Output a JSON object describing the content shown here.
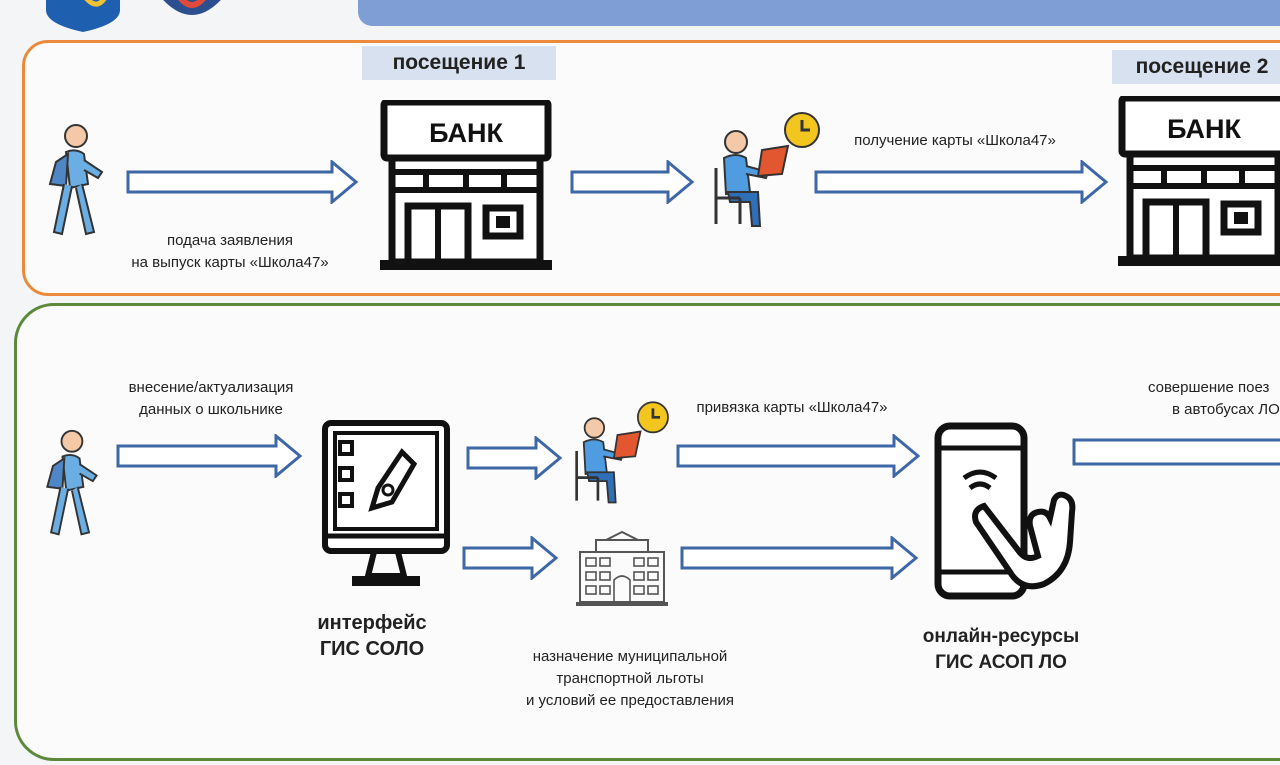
{
  "header": {
    "bar_color": "#7f9ed6"
  },
  "process_top": {
    "border_color": "#ea8a3a",
    "visit1_label": "посещение 1",
    "visit2_label": "посещение 2",
    "bank_label": "БАНК",
    "bank2_label": "БАНК",
    "apply_caption_line1": "подача заявления",
    "apply_caption_line2": "на выпуск карты «Школа47»",
    "receive_caption": "получение карты «Школа47»"
  },
  "process_bottom": {
    "border_color": "#5a8a3a",
    "update_caption_line1": "внесение/актуализация",
    "update_caption_line2": "данных о школьнике",
    "bind_caption": "привязка карты «Школа47»",
    "interface_line1": "интерфейс",
    "interface_line2": "ГИС СОЛО",
    "benefit_line1": "назначение муниципальной",
    "benefit_line2": "транспортной льготы",
    "benefit_line3": "и условий ее предоставления",
    "online_line1": "онлайн-ресурсы",
    "online_line2": "ГИС АСОП ЛО",
    "ride_line1": "совершение поез",
    "ride_line2": "в автобусах ЛО"
  }
}
